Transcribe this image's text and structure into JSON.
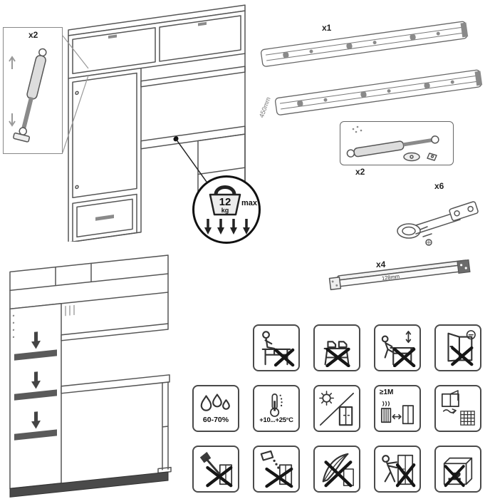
{
  "colors": {
    "line": "#555",
    "dark": "#161616",
    "shelf_fill": "#5a5a5a",
    "background": "#ffffff"
  },
  "inset": {
    "qty_label": "x2"
  },
  "weight_limit": {
    "value": "12",
    "unit": "kg",
    "max_label": "max"
  },
  "parts": {
    "slides": {
      "qty": "x1",
      "dim": "450mm"
    },
    "strut": {
      "qty": "x2"
    },
    "hinge": {
      "qty": "x6"
    },
    "bar": {
      "qty": "x4",
      "dim": "128mm"
    }
  },
  "pictograms": [
    {
      "name": "no-sitting"
    },
    {
      "name": "no-standing"
    },
    {
      "name": "no-climbing"
    },
    {
      "name": "no-hanging-on-doors"
    },
    {
      "name": "humidity-range",
      "label": "60-70%"
    },
    {
      "name": "temperature-range",
      "label": "+10...+25°C"
    },
    {
      "name": "avoid-direct-sunlight"
    },
    {
      "name": "keep-distance-from-heat",
      "label": "≥1M"
    },
    {
      "name": "ventilation-grid"
    },
    {
      "name": "no-sharp-tools"
    },
    {
      "name": "no-liquids"
    },
    {
      "name": "no-abrasive-cleaning"
    },
    {
      "name": "no-pushing-furniture"
    },
    {
      "name": "no-heavy-objects"
    }
  ]
}
